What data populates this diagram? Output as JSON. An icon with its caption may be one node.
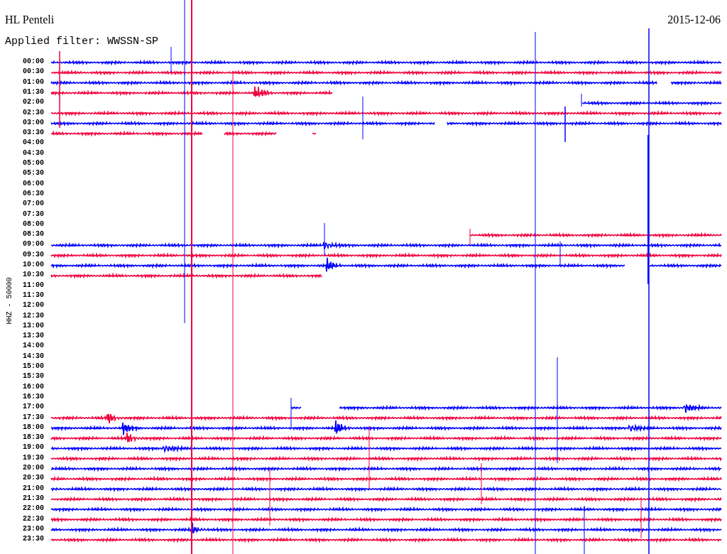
{
  "diagram": {
    "title": "HL Penteli",
    "labels": [
      "Applied filter: WWSSN-SP",
      "2015-12-06",
      "HHZ - 50000",
      "00:00",
      "00:30",
      "01:00",
      "01:30",
      "02:00",
      "02:30",
      "03:00",
      "03:30",
      "04:00",
      "04:30",
      "05:00",
      "05:30",
      "06:00",
      "06:30",
      "07:00",
      "07:30",
      "08:00",
      "08:30",
      "09:00",
      "09:30",
      "10:00",
      "10:30",
      "11:00",
      "11:30",
      "12:00",
      "12:30",
      "13:00",
      "13:30",
      "14:00",
      "14:30",
      "15:00",
      "15:30",
      "16:00",
      "16:30",
      "17:00",
      "17:30",
      "18:00",
      "18:30",
      "19:00",
      "19:30",
      "20:00",
      "20:30",
      "21:00",
      "21:30",
      "22:00",
      "22:30",
      "23:00",
      "23:30"
    ]
  }
}
